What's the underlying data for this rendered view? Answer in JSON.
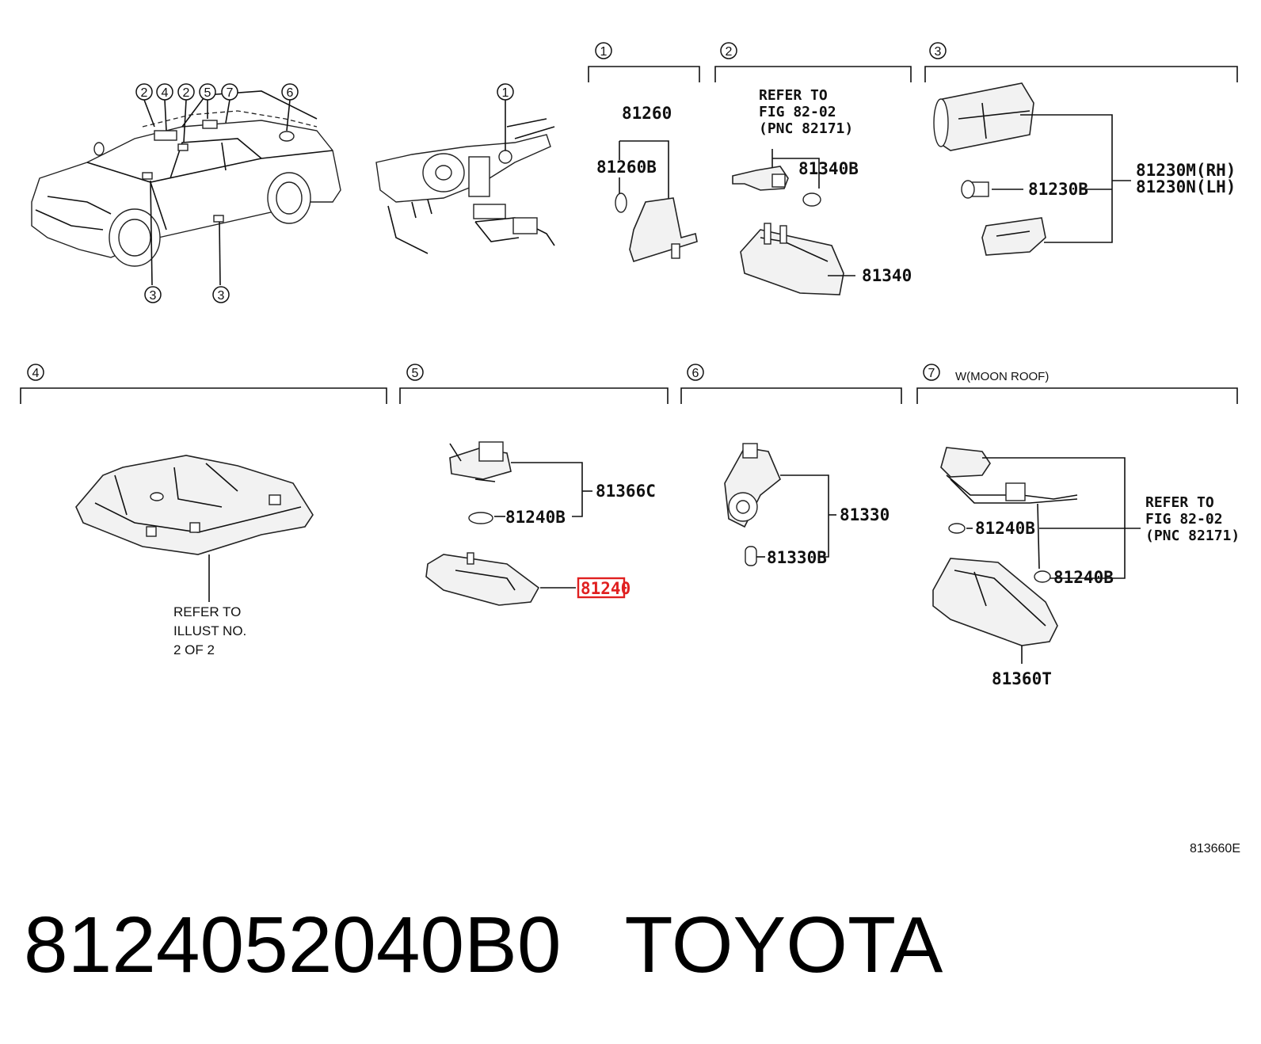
{
  "section_numbers": [
    "①",
    "②",
    "③",
    "④",
    "⑤",
    "⑥",
    "⑦"
  ],
  "car_callouts": {
    "top": [
      "②",
      "④",
      "②",
      "⑤",
      "⑦",
      "⑥"
    ],
    "bottom": [
      "③",
      "③"
    ]
  },
  "dash_callout": "①",
  "section1": {
    "parts": [
      "81260",
      "81260B"
    ]
  },
  "section2": {
    "note": [
      "REFER TO",
      "FIG 82-02",
      "(PNC 82171)"
    ],
    "parts": [
      "81340B",
      "81340"
    ]
  },
  "section3": {
    "parts": [
      "81230B",
      "81230M(RH)",
      "81230N(LH)"
    ]
  },
  "section4": {
    "note": [
      "REFER TO",
      "ILLUST NO.",
      "2 OF 2"
    ]
  },
  "section5": {
    "parts": [
      "81366C",
      "81240B",
      "81240"
    ]
  },
  "section6": {
    "parts": [
      "81330",
      "81330B"
    ]
  },
  "section7": {
    "condition": "W(MOON ROOF)",
    "note": [
      "REFER TO",
      "FIG 82-02",
      "(PNC 82171)"
    ],
    "parts": [
      "81240B",
      "81240B",
      "81360T"
    ]
  },
  "highlight_color": "#e02020",
  "illustration_code": "813660E",
  "footer": {
    "part_number": "8124052040B0",
    "brand": "TOYOTA"
  }
}
